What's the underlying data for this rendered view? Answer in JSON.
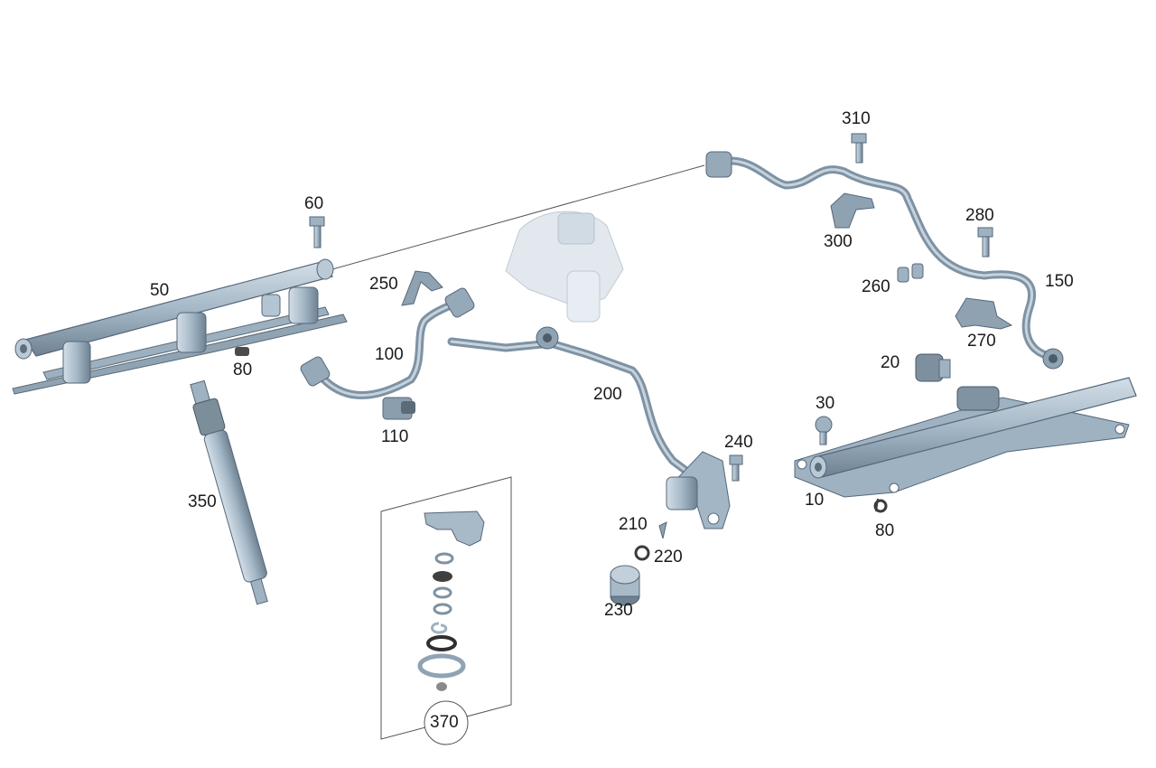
{
  "diagram": {
    "parts": [
      {
        "id": "p310",
        "number": "310"
      },
      {
        "id": "p60",
        "number": "60"
      },
      {
        "id": "p280",
        "number": "280"
      },
      {
        "id": "p300",
        "number": "300"
      },
      {
        "id": "p50",
        "number": "50"
      },
      {
        "id": "p250",
        "number": "250"
      },
      {
        "id": "p260",
        "number": "260"
      },
      {
        "id": "p150",
        "number": "150"
      },
      {
        "id": "p270",
        "number": "270"
      },
      {
        "id": "p80a",
        "number": "80"
      },
      {
        "id": "p100",
        "number": "100"
      },
      {
        "id": "p20",
        "number": "20"
      },
      {
        "id": "p30",
        "number": "30"
      },
      {
        "id": "p200",
        "number": "200"
      },
      {
        "id": "p110",
        "number": "110"
      },
      {
        "id": "p240",
        "number": "240"
      },
      {
        "id": "p10",
        "number": "10"
      },
      {
        "id": "p350",
        "number": "350"
      },
      {
        "id": "p80b",
        "number": "80"
      },
      {
        "id": "p210",
        "number": "210"
      },
      {
        "id": "p220",
        "number": "220"
      },
      {
        "id": "p230",
        "number": "230"
      },
      {
        "id": "p370",
        "number": "370"
      }
    ]
  },
  "colors": {
    "part_fill": "#a9bccb",
    "part_shade": "#7f93a3",
    "part_dark": "#4f5e6a",
    "ghost_fill": "#d9e1e8",
    "line": "#444444",
    "text": "#1a1a1a"
  }
}
